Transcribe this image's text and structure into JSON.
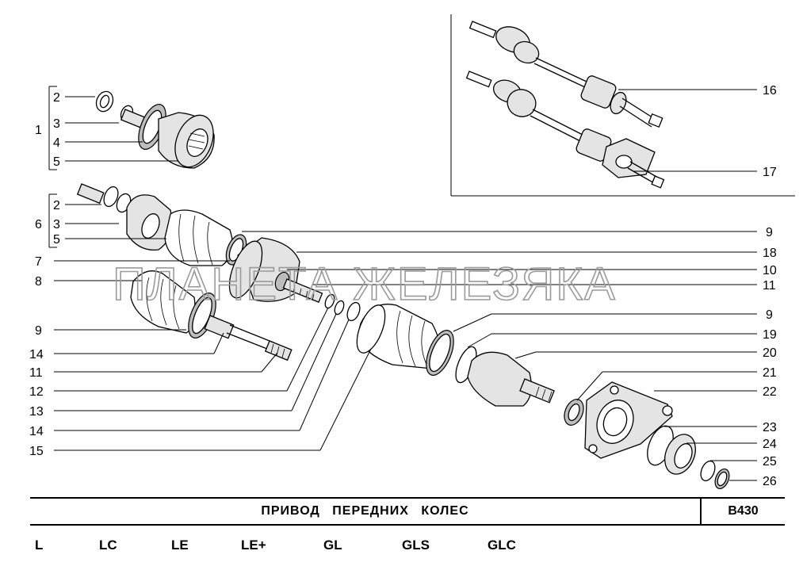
{
  "title": "ПРИВОД   ПЕРЕДНИХ   КОЛЕС",
  "code": "B430",
  "watermark": "ПЛАНЕТА ЖЕЛЕЗЯКА",
  "variants": [
    "L",
    "LC",
    "LE",
    "LE+",
    "GL",
    "GLS",
    "GLC"
  ],
  "callouts": {
    "group1": "1",
    "g1_2": "2",
    "g1_3": "3",
    "g1_4": "4",
    "g1_5": "5",
    "group6": "6",
    "g6_2": "2",
    "g6_3": "3",
    "g6_5": "5",
    "c7": "7",
    "c8": "8",
    "c9a": "9",
    "c14a": "14",
    "c11a": "11",
    "c12": "12",
    "c13": "13",
    "c14b": "14",
    "c15": "15",
    "c9r1": "9",
    "c18": "18",
    "c10": "10",
    "c11r": "11",
    "c9r2": "9",
    "c19": "19",
    "c20": "20",
    "c21": "21",
    "c22": "22",
    "c23": "23",
    "c24": "24",
    "c25": "25",
    "c26": "26",
    "c16": "16",
    "c17": "17"
  },
  "colors": {
    "line": "#000000",
    "watermark": "#9a9a9a",
    "part_fill": "#e4e4e4"
  }
}
